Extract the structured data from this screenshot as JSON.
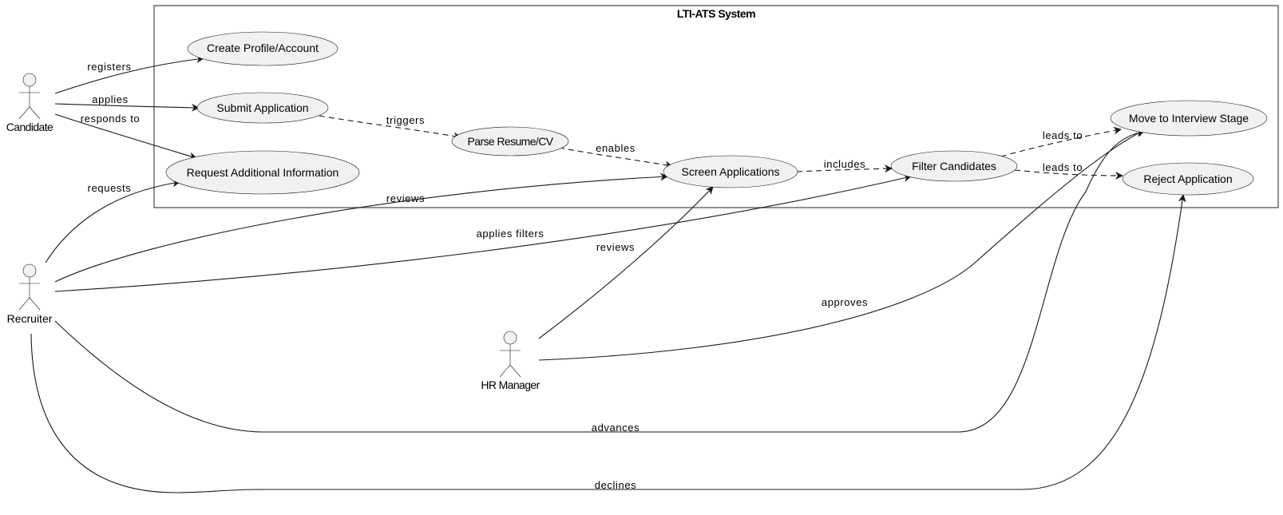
{
  "system": {
    "title": "LTI-ATS System"
  },
  "actors": {
    "candidate": "Candidate",
    "recruiter": "Recruiter",
    "hr_manager": "HR Manager"
  },
  "use_cases": {
    "create_profile": "Create Profile/Account",
    "submit_application": "Submit Application",
    "request_info": "Request Additional Information",
    "parse_resume": "Parse Resume/CV",
    "screen_applications": "Screen Applications",
    "filter_candidates": "Filter Candidates",
    "move_interview": "Move to Interview Stage",
    "reject_application": "Reject Application"
  },
  "edges": {
    "registers": "registers",
    "applies": "applies",
    "responds_to": "responds to",
    "triggers": "triggers",
    "enables": "enables",
    "requests": "requests",
    "reviews_recruiter": "reviews",
    "includes": "includes",
    "leads_to_interview": "leads to",
    "leads_to_reject": "leads to",
    "applies_filters": "applies filters",
    "reviews_hr": "reviews",
    "approves": "approves",
    "advances": "advances",
    "declines": "declines"
  }
}
